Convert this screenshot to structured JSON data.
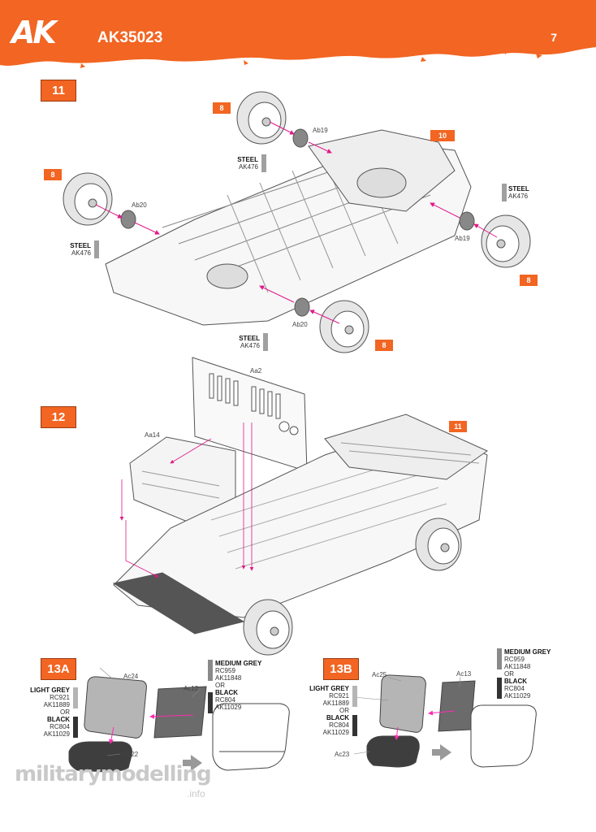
{
  "header": {
    "logo": "AK",
    "code": "AK35023",
    "page": "7"
  },
  "step11": {
    "label": "11",
    "refs": [
      "8",
      "8",
      "8",
      "8",
      "10"
    ],
    "parts": [
      "Ab19",
      "Ab20",
      "Ab19",
      "Ab20"
    ],
    "paints": [
      {
        "name": "STEEL",
        "code": "AK476"
      },
      {
        "name": "STEEL",
        "code": "AK476"
      },
      {
        "name": "STEEL",
        "code": "AK476"
      },
      {
        "name": "STEEL",
        "code": "AK476"
      }
    ]
  },
  "step12": {
    "label": "12",
    "ref": "11",
    "parts": [
      "Aa2",
      "Aa14"
    ]
  },
  "step13a": {
    "label": "13A",
    "parts": [
      "Ac24",
      "Ac12",
      "Ac22"
    ],
    "left_paint": {
      "name1": "LIGHT GREY",
      "codes1": [
        "RC921",
        "AK11889"
      ],
      "or": "OR",
      "name2": "BLACK",
      "codes2": [
        "RC804",
        "AK11029"
      ]
    },
    "right_paint": {
      "name1": "MEDIUM GREY",
      "codes1": [
        "RC959",
        "AK11848"
      ],
      "or": "OR",
      "name2": "BLACK",
      "codes2": [
        "RC804",
        "AK11029"
      ]
    }
  },
  "step13b": {
    "label": "13B",
    "parts": [
      "Ac25",
      "Ac13",
      "Ac23"
    ],
    "left_paint": {
      "name1": "LIGHT GREY",
      "codes1": [
        "RC921",
        "AK11889"
      ],
      "or": "OR",
      "name2": "BLACK",
      "codes2": [
        "RC804",
        "AK11029"
      ]
    },
    "right_paint": {
      "name1": "MEDIUM GREY",
      "codes1": [
        "RC959",
        "AK11848"
      ],
      "or": "OR",
      "name2": "BLACK",
      "codes2": [
        "RC804",
        "AK11029"
      ]
    }
  },
  "watermark": {
    "text": "militarymodelling",
    "suffix": ".info"
  },
  "colors": {
    "accent": "#f26522",
    "arrow": "#e0198a",
    "light_grey": "#b0b0b0",
    "medium_grey": "#8a8a8a",
    "black": "#333333",
    "steel": "#a0a0a0"
  }
}
